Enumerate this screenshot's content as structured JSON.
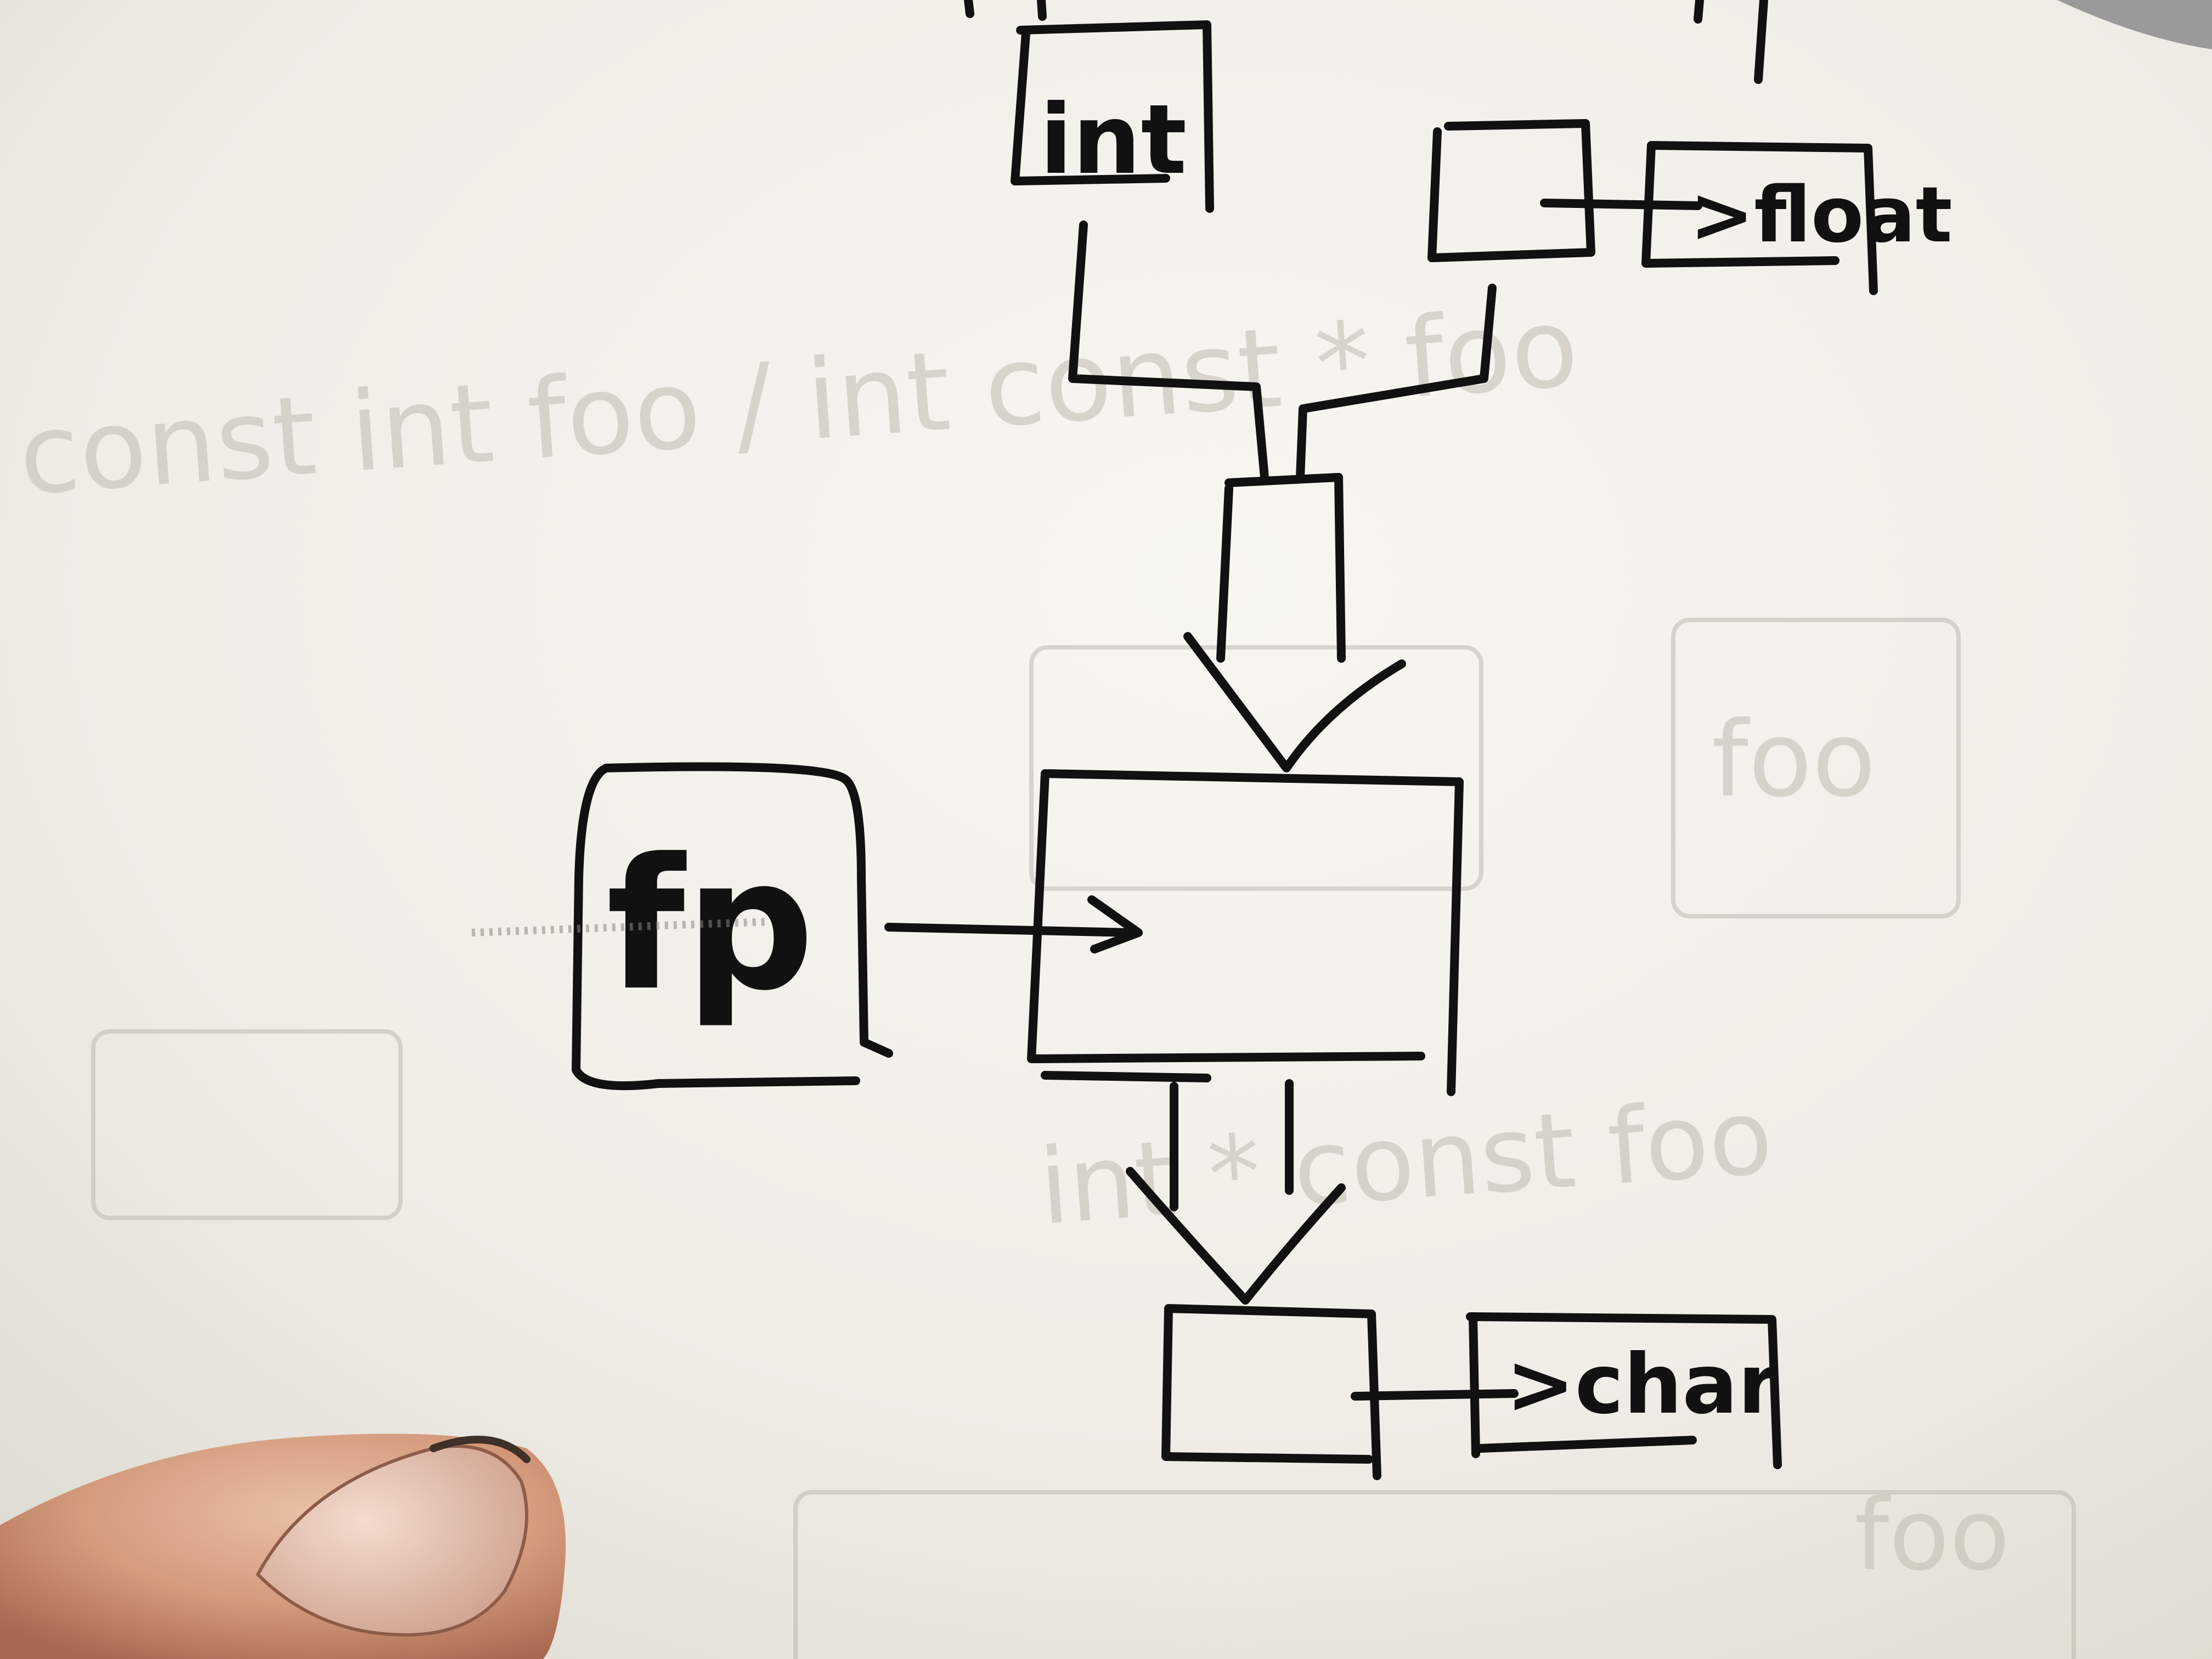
{
  "diagram": {
    "nodes": [
      {
        "id": "fp",
        "label": "fp"
      },
      {
        "id": "deref-target",
        "label": ""
      },
      {
        "id": "int-box",
        "label": "int"
      },
      {
        "id": "param2-box",
        "label": ""
      },
      {
        "id": "float-box",
        "label": ">float"
      },
      {
        "id": "return-box",
        "label": ""
      },
      {
        "id": "char-box",
        "label": ">char"
      }
    ],
    "edges": [
      {
        "from": "fp",
        "to": "deref-target",
        "style": "arrow"
      },
      {
        "from": "int-box",
        "to": "deref-target",
        "style": "double-line-arrow"
      },
      {
        "from": "param2-box",
        "to": "deref-target",
        "style": "double-line-arrow"
      },
      {
        "from": "param2-box",
        "to": "float-box",
        "style": "line"
      },
      {
        "from": "deref-target",
        "to": "return-box",
        "style": "double-line-arrow"
      },
      {
        "from": "return-box",
        "to": "char-box",
        "style": "line"
      }
    ]
  },
  "ghost_text": {
    "line1": "const int foo / int const * foo",
    "line2": "int * const foo",
    "foo": "foo"
  },
  "colors": {
    "paper": "#f4f2ec",
    "ink": "#111111",
    "ghost": "#c4c0b6"
  }
}
